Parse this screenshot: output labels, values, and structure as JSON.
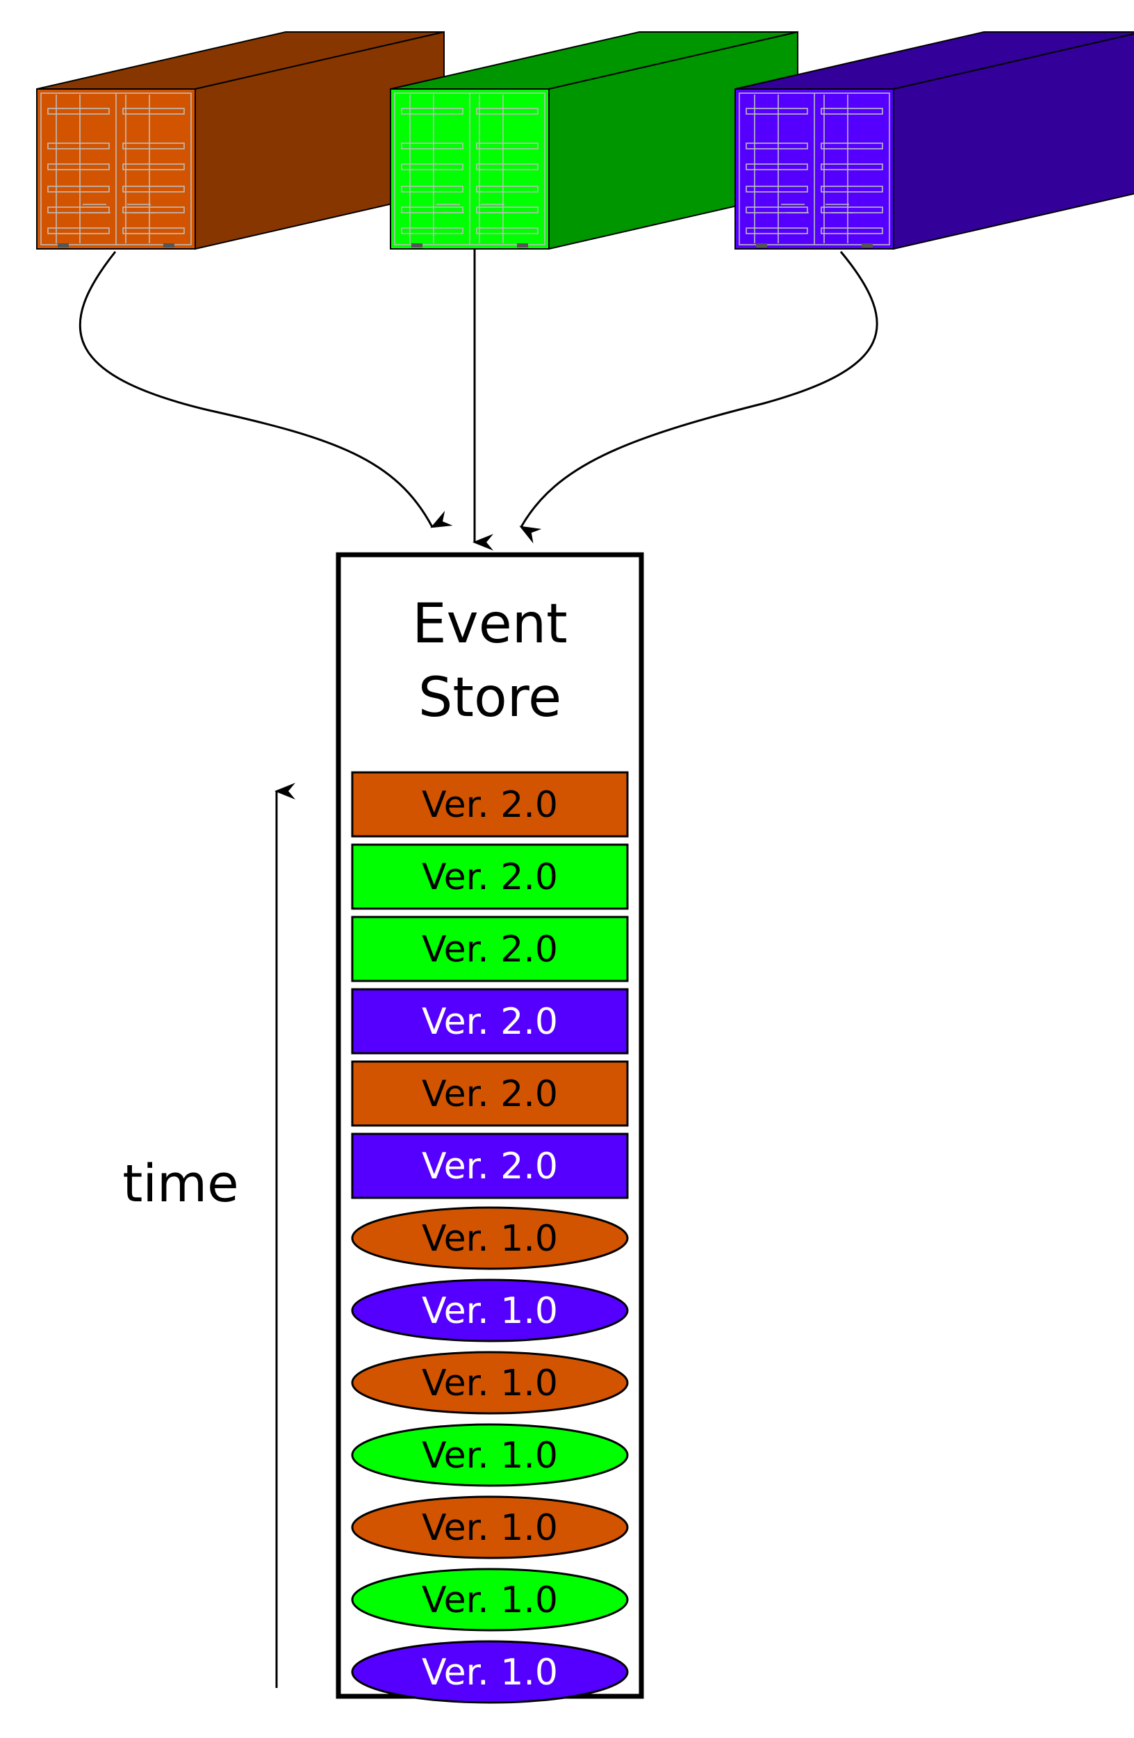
{
  "store": {
    "title_line1": "Event",
    "title_line2": "Store"
  },
  "time_label": "time",
  "colors": {
    "orange": "#d35400",
    "orange_side": "#873600",
    "green": "#00ff00",
    "green_side": "#009600",
    "blue": "#5500ff",
    "blue_side": "#330099",
    "door_lines": "#bdbdbd",
    "outline": "#000000"
  },
  "containers": [
    {
      "color": "orange"
    },
    {
      "color": "green"
    },
    {
      "color": "blue"
    }
  ],
  "events": [
    {
      "label": "Ver. 2.0",
      "shape": "rect",
      "color": "orange"
    },
    {
      "label": "Ver. 2.0",
      "shape": "rect",
      "color": "green"
    },
    {
      "label": "Ver. 2.0",
      "shape": "rect",
      "color": "green"
    },
    {
      "label": "Ver. 2.0",
      "shape": "rect",
      "color": "blue"
    },
    {
      "label": "Ver. 2.0",
      "shape": "rect",
      "color": "orange"
    },
    {
      "label": "Ver. 2.0",
      "shape": "rect",
      "color": "blue"
    },
    {
      "label": "Ver. 1.0",
      "shape": "ellipse",
      "color": "orange"
    },
    {
      "label": "Ver. 1.0",
      "shape": "ellipse",
      "color": "blue"
    },
    {
      "label": "Ver. 1.0",
      "shape": "ellipse",
      "color": "orange"
    },
    {
      "label": "Ver. 1.0",
      "shape": "ellipse",
      "color": "green"
    },
    {
      "label": "Ver. 1.0",
      "shape": "ellipse",
      "color": "orange"
    },
    {
      "label": "Ver. 1.0",
      "shape": "ellipse",
      "color": "green"
    },
    {
      "label": "Ver. 1.0",
      "shape": "ellipse",
      "color": "blue"
    }
  ]
}
